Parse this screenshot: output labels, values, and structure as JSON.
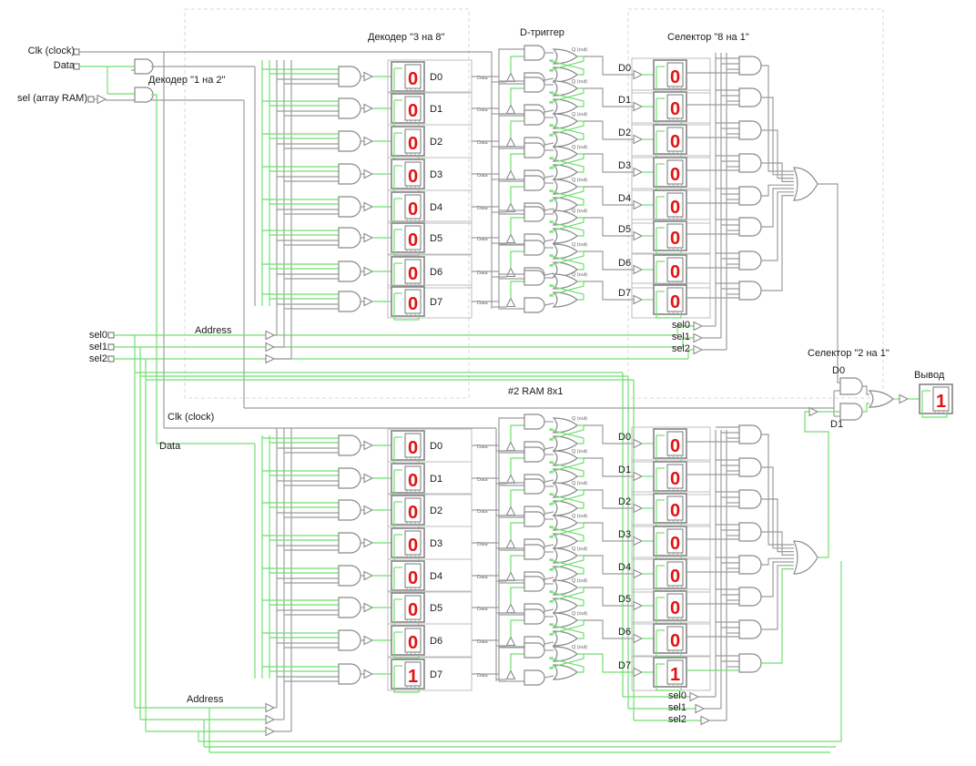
{
  "titles": {
    "decoder12": "Декодер \"1 на 2\"",
    "decoder38": "Декодер \"3 на 8\"",
    "dtrigger": "D-триггер",
    "selector81": "Селектор \"8 на 1\"",
    "ram2": "#2 RAM 8x1",
    "selector21": "Селектор \"2 на 1\"",
    "output": "Вывод"
  },
  "inputs": {
    "clk": "Clk (clock)",
    "data": "Data",
    "sel_ram": "sel (array RAM)",
    "sel0": "sel0",
    "sel1": "sel1",
    "sel2": "sel2"
  },
  "wire_labels": {
    "data": "Data",
    "q": "Q (out)"
  },
  "ram1": {
    "address_label": "Address",
    "sel_labels": [
      "sel0",
      "sel1",
      "sel2"
    ],
    "rows": [
      {
        "label": "D0",
        "cell": "0",
        "out": "0"
      },
      {
        "label": "D1",
        "cell": "0",
        "out": "0"
      },
      {
        "label": "D2",
        "cell": "0",
        "out": "0"
      },
      {
        "label": "D3",
        "cell": "0",
        "out": "0"
      },
      {
        "label": "D4",
        "cell": "0",
        "out": "0"
      },
      {
        "label": "D5",
        "cell": "0",
        "out": "0"
      },
      {
        "label": "D6",
        "cell": "0",
        "out": "0"
      },
      {
        "label": "D7",
        "cell": "0",
        "out": "0"
      }
    ]
  },
  "ram2": {
    "clk_label": "Clk (clock)",
    "data_label": "Data",
    "address_label": "Address",
    "sel_labels": [
      "sel0",
      "sel1",
      "sel2"
    ],
    "rows": [
      {
        "label": "D0",
        "cell": "0",
        "out": "0"
      },
      {
        "label": "D1",
        "cell": "0",
        "out": "0"
      },
      {
        "label": "D2",
        "cell": "0",
        "out": "0"
      },
      {
        "label": "D3",
        "cell": "0",
        "out": "0"
      },
      {
        "label": "D4",
        "cell": "0",
        "out": "0"
      },
      {
        "label": "D5",
        "cell": "0",
        "out": "0"
      },
      {
        "label": "D6",
        "cell": "0",
        "out": "0"
      },
      {
        "label": "D7",
        "cell": "1",
        "out": "1"
      }
    ]
  },
  "selector21": {
    "d0": "D0",
    "d1": "D1"
  },
  "output": {
    "value": "1"
  },
  "colors": {
    "active": "#72DE72",
    "inactive": "#9C9C9C",
    "box": "#BEBEBE",
    "gate": "#8A8A8A",
    "region": "#D8D8D8",
    "digit": "#E31212",
    "small_label": "#606060"
  }
}
